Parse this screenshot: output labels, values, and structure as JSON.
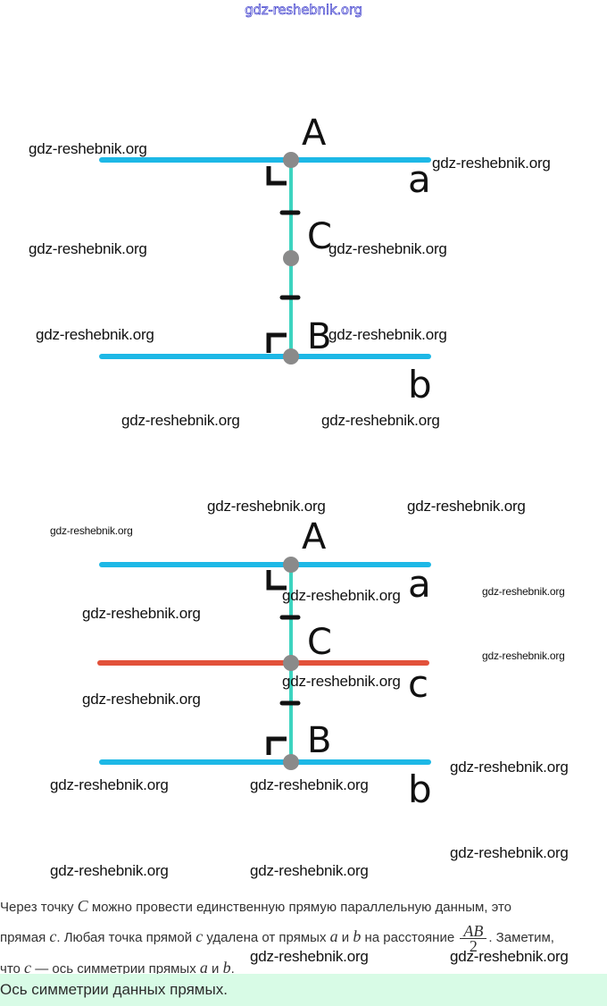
{
  "header": {
    "site_link": "gdz-reshebnik.org"
  },
  "colors": {
    "line_ab": "#1db8e6",
    "segment": "#3dd4c0",
    "line_c": "#e2513a",
    "point": "#8a8a8a",
    "answer_bg": "#d8fbe6",
    "header_link": "#3a3acc"
  },
  "figure1": {
    "points": {
      "A": "A",
      "C": "C",
      "B": "B"
    },
    "lines": {
      "a": "a",
      "b": "b"
    }
  },
  "figure2": {
    "points": {
      "A": "A",
      "C": "C",
      "B": "B"
    },
    "lines": {
      "a": "a",
      "c": "c",
      "b": "b"
    }
  },
  "watermark": "gdz-reshebnik.org",
  "solution": {
    "line1_pre": "Через точку ",
    "line1_var": "C",
    "line1_post": " можно провести единственную прямую параллельную данным, это",
    "line2_pre": "прямая ",
    "line2_var1": "c",
    "line2_mid1": ". Любая точка прямой ",
    "line2_var2": "c",
    "line2_mid2": " удалена от прямых ",
    "line2_var3": "a",
    "line2_and": " и ",
    "line2_var4": "b",
    "line2_mid3": " на расстояние ",
    "frac_num": "AB",
    "frac_den": "2",
    "line2_post": ". Заметим,",
    "line3_pre": "что ",
    "line3_var1": "c",
    "line3_mid": " — ось симметрии прямых ",
    "line3_var2": "a",
    "line3_and": " и ",
    "line3_var3": "b",
    "line3_post": "."
  },
  "answer": "Ось симметрии данных прямых."
}
